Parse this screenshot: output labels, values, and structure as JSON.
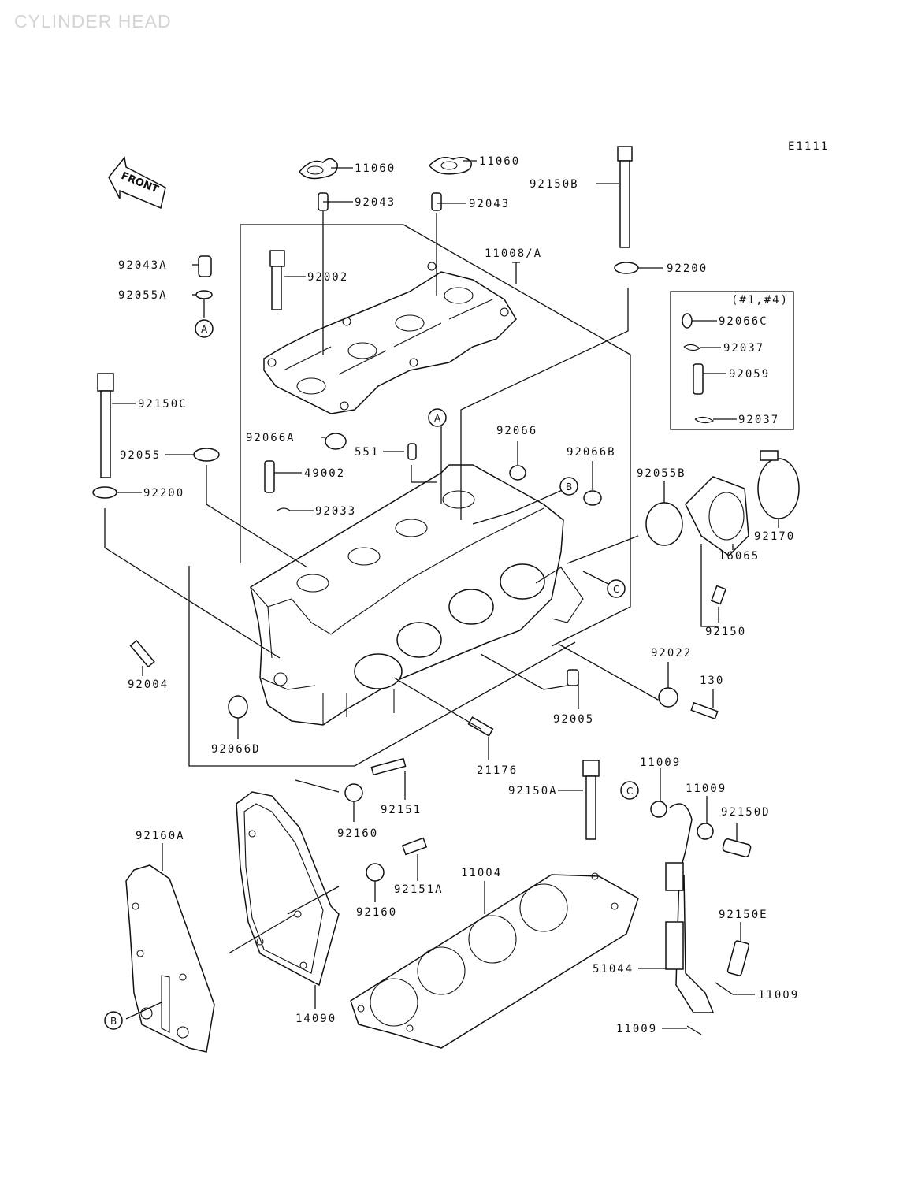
{
  "page_title": "CYLINDER HEAD",
  "diagram_code": "E1111",
  "front_label": "FRONT",
  "bracket_note": "(#1,#4)",
  "ref_markers": {
    "a": "A",
    "b": "B",
    "c": "C"
  },
  "parts": {
    "p11060_a": "11060",
    "p11060_b": "11060",
    "p92043_a": "92043",
    "p92043_b": "92043",
    "p92150B": "92150B",
    "p92043A": "92043A",
    "p92055A": "92055A",
    "p92002": "92002",
    "p11008A": "11008/A",
    "p92200_a": "92200",
    "p92066C": "92066C",
    "p92037_a": "92037",
    "p92059": "92059",
    "p92037_b": "92037",
    "p92150C": "92150C",
    "p92066A": "92066A",
    "p551": "551",
    "p92066": "92066",
    "p92066B": "92066B",
    "p92055": "92055",
    "p49002": "49002",
    "p92200_b": "92200",
    "p92033": "92033",
    "p92055B": "92055B",
    "p92170": "92170",
    "p16065": "16065",
    "p92150": "92150",
    "p92004": "92004",
    "p92022": "92022",
    "p130": "130",
    "p92005": "92005",
    "p92066D": "92066D",
    "p21176": "21176",
    "p11009_a": "11009",
    "p92150A": "92150A",
    "p11009_b": "11009",
    "p92150D": "92150D",
    "p92151": "92151",
    "p92160_a": "92160",
    "p92160A": "92160A",
    "p92151A": "92151A",
    "p11004": "11004",
    "p92160_b": "92160",
    "p92150E": "92150E",
    "p51044": "51044",
    "p11009_c": "11009",
    "p14090": "14090",
    "p11009_d": "11009"
  }
}
